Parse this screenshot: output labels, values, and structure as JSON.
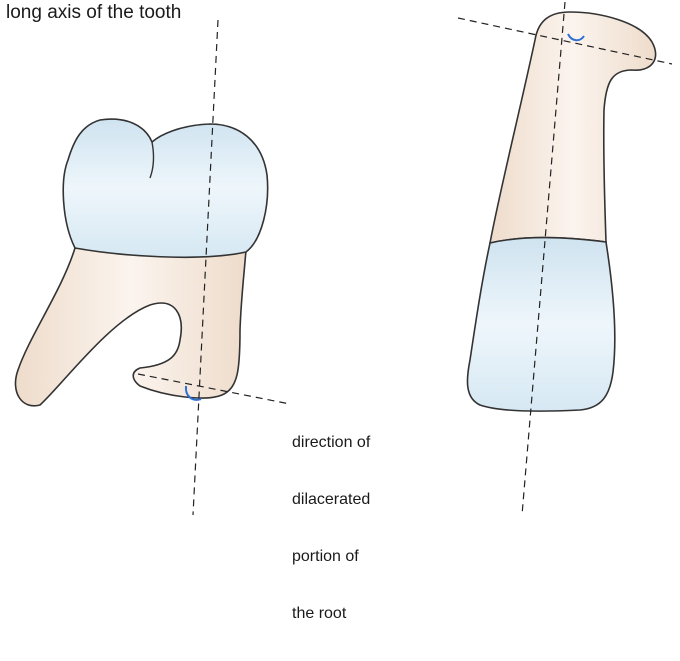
{
  "labels": {
    "long_axis": "long axis of the tooth",
    "dilaceration_note": [
      "direction of",
      "dilacerated",
      "portion of",
      "the root"
    ]
  },
  "colors": {
    "crown_fill": "#e4f0f8",
    "root_fill": "#f4e8dc",
    "outline": "#333333",
    "axis_line": "#222222",
    "angle_arc": "#2e6fd6"
  }
}
